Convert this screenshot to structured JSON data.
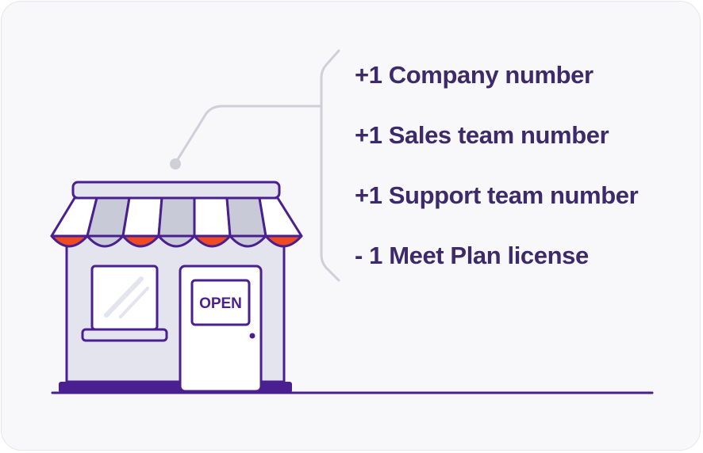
{
  "shop": {
    "sign_text": "OPEN"
  },
  "features": [
    "+1 Company number",
    "+1 Sales team number",
    "+1 Support team number",
    "- 1 Meet Plan license"
  ],
  "colors": {
    "background": "#f8f8fb",
    "outline": "#4a1f8f",
    "awning_red": "#ef4b23",
    "awning_grey": "#c9cad8",
    "wall": "#e3e4ee",
    "text": "#3d2a6b",
    "connector": "#cfcfd6"
  }
}
